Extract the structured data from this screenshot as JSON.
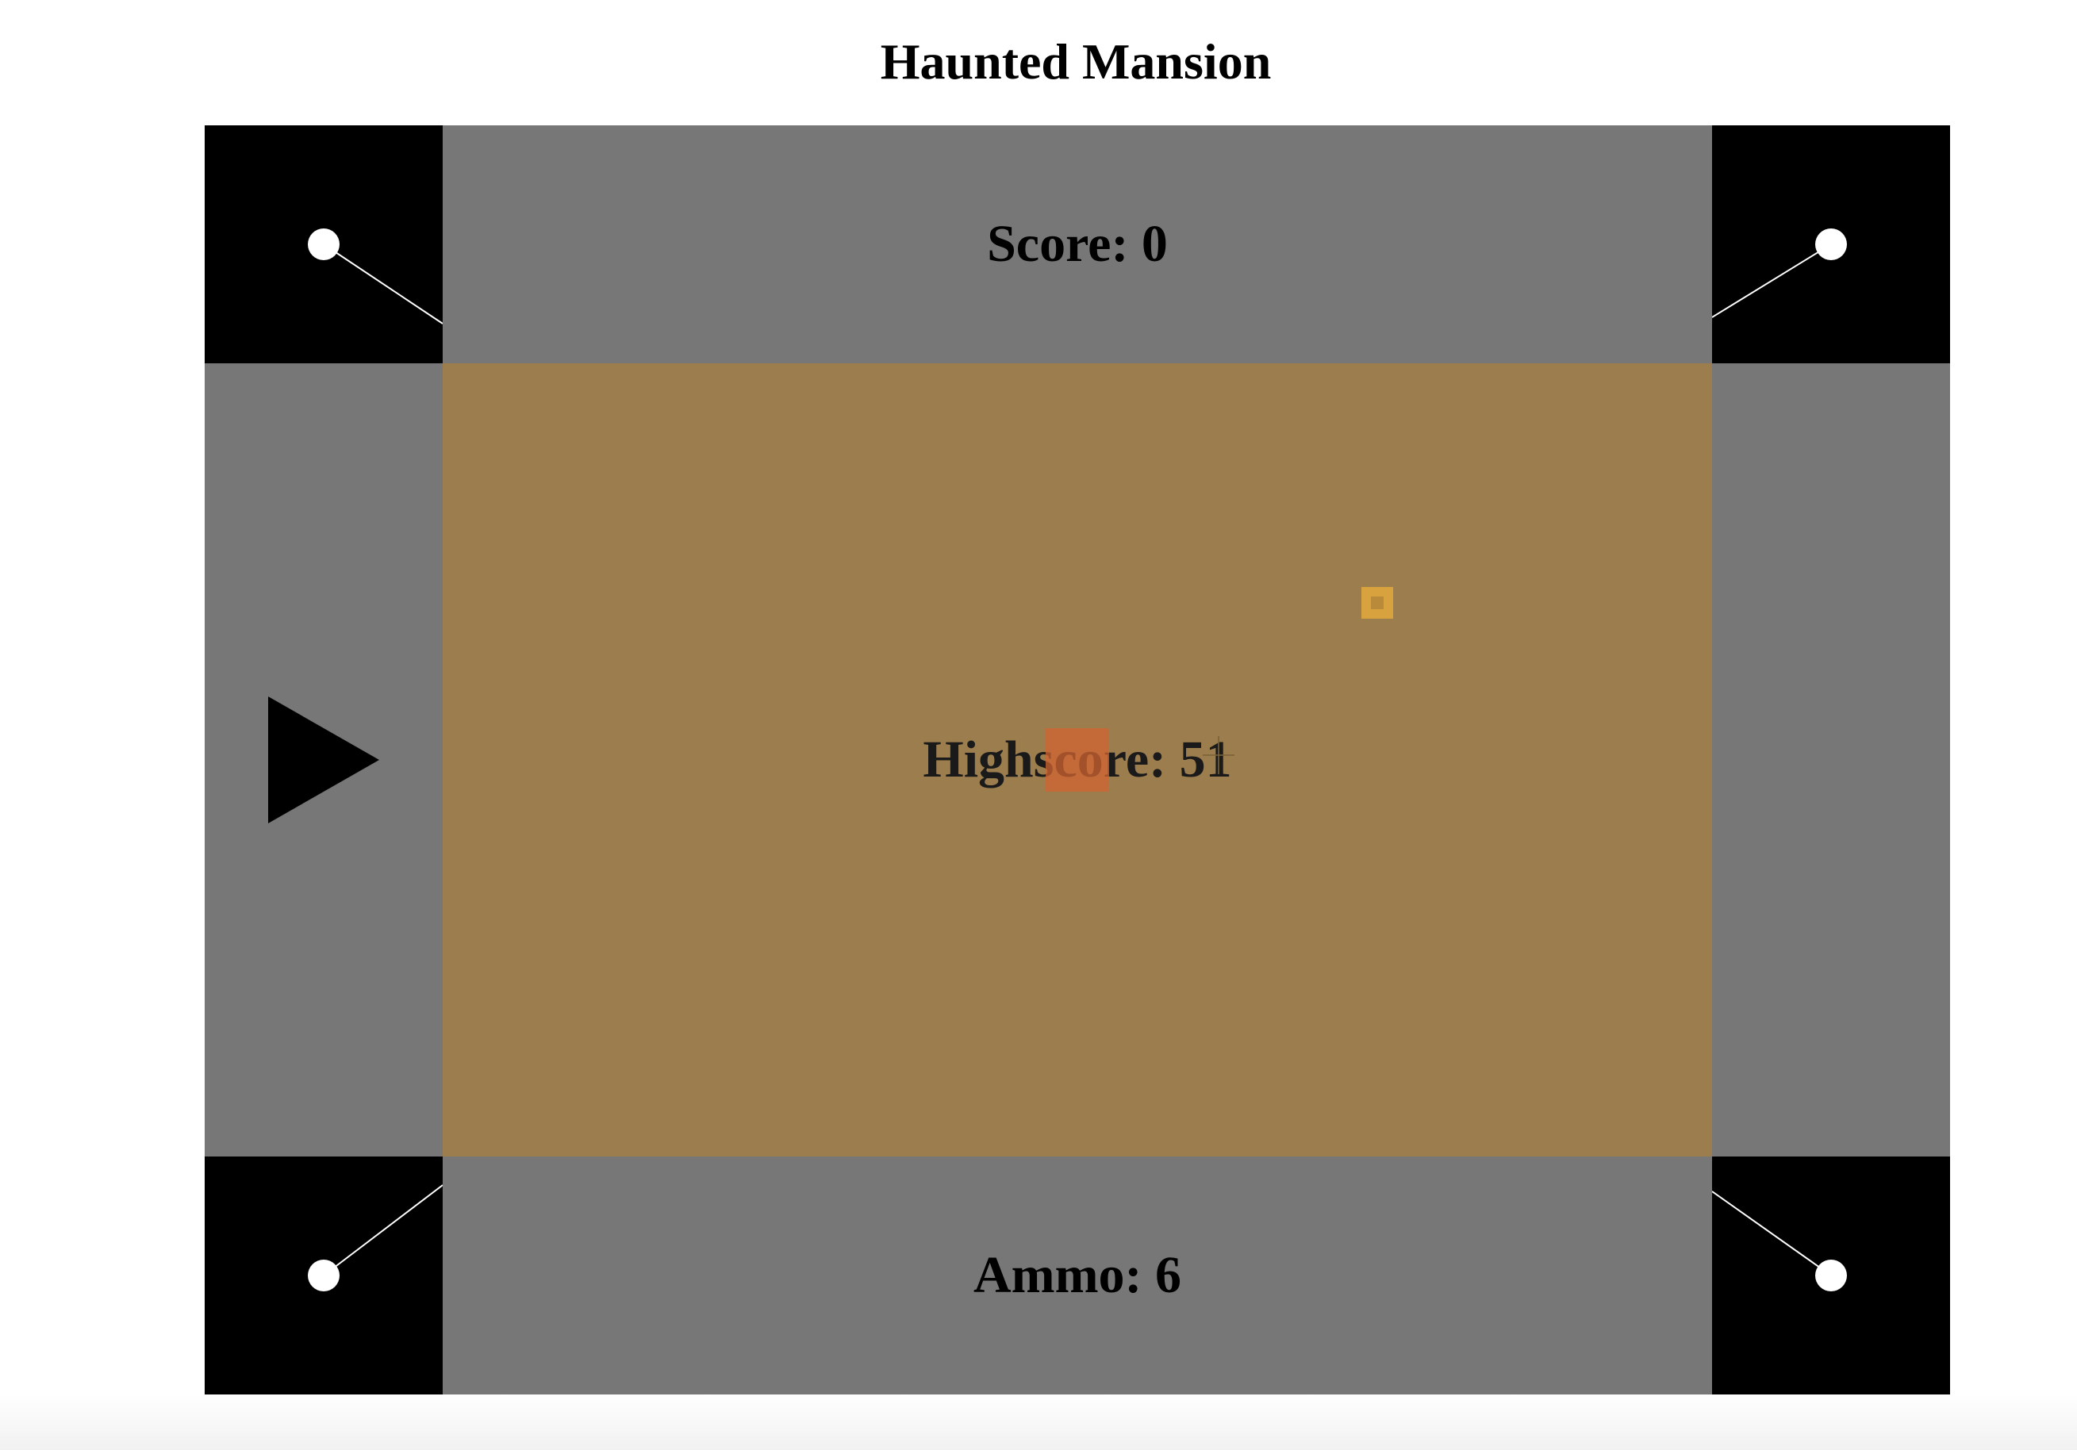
{
  "title": "Haunted Mansion",
  "hud": {
    "score_label": "Score: 0",
    "ammo_label": "Ammo: 6",
    "highscore_label": "Highscore: 51"
  },
  "controls": {
    "play_icon": "play-triangle-icon"
  },
  "icons": {
    "corner_decoration": "lamp-pin-icon",
    "crosshair": "crosshair-icon"
  },
  "colors": {
    "board_gray": "#777777",
    "corner_black": "#000000",
    "field_brown": "#9c7d4e",
    "player_orange": "#d2643280",
    "ghost_gold": "#d8a23e"
  }
}
